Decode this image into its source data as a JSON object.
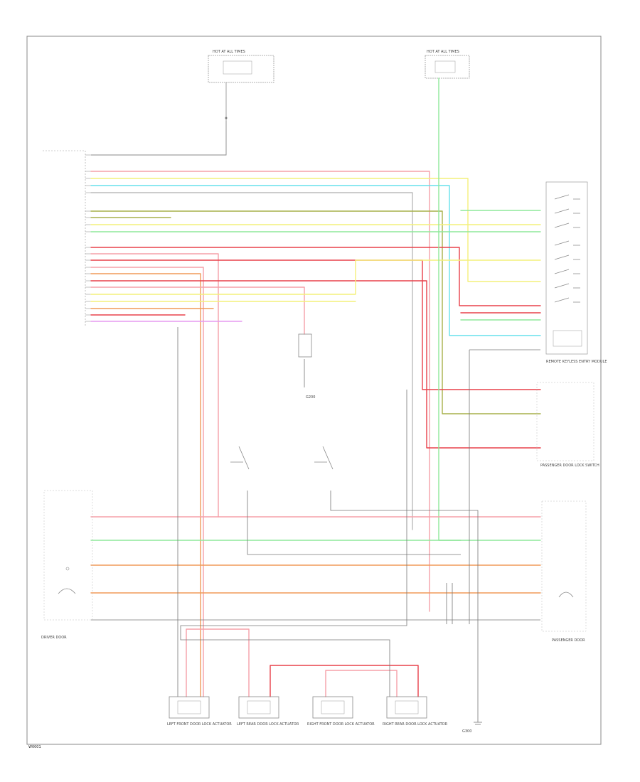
{
  "diagram": {
    "components": [
      {
        "id": "fuse-left",
        "label": "HOT AT ALL TIMES"
      },
      {
        "id": "fuse-right",
        "label": "HOT AT ALL TIMES"
      },
      {
        "id": "master-switch",
        "label": "REMOTE KEYLESS ENTRY MODULE"
      },
      {
        "id": "right-lock-switch",
        "label": "PASSENGER DOOR LOCK SWITCH"
      },
      {
        "id": "left-door-unit",
        "label": "DRIVER DOOR"
      },
      {
        "id": "right-door-unit",
        "label": "PASSENGER DOOR"
      },
      {
        "id": "actuator-1",
        "label": "LEFT FRONT DOOR LOCK ACTUATOR"
      },
      {
        "id": "actuator-2",
        "label": "LEFT REAR DOOR LOCK ACTUATOR"
      },
      {
        "id": "actuator-3",
        "label": "RIGHT FRONT DOOR LOCK ACTUATOR"
      },
      {
        "id": "actuator-4",
        "label": "RIGHT REAR DOOR LOCK ACTUATOR"
      },
      {
        "id": "ground-center",
        "label": "G200"
      },
      {
        "id": "ground-bottom",
        "label": "G300"
      }
    ],
    "wire_colors": {
      "pink": "#f6a0a8",
      "red": "#e8404a",
      "yellow": "#f4f07a",
      "green": "#8ee89a",
      "cyan": "#66e0ec",
      "olive": "#a7b04a",
      "orange": "#f09a58",
      "violet": "#e69af0",
      "black": "#666666",
      "gray": "#bbbbbb"
    },
    "footer_code": "W0001"
  }
}
